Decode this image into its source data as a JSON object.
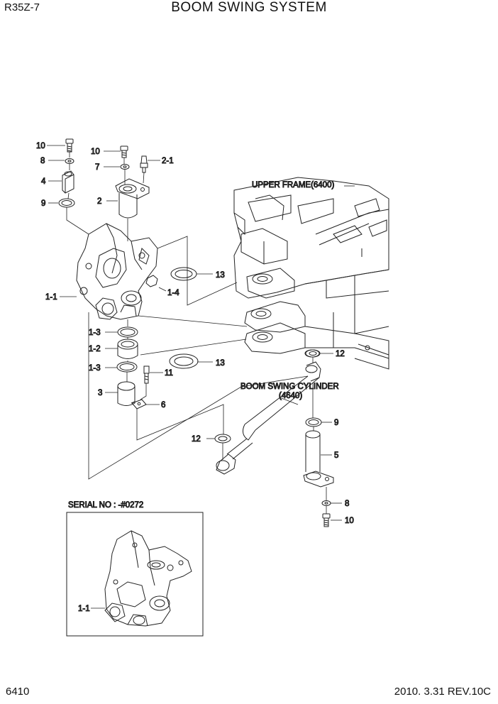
{
  "header": {
    "model": "R35Z-7",
    "title": "BOOM SWING SYSTEM"
  },
  "footer": {
    "page_number": "6410",
    "revision": "2010. 3.31  REV.10C"
  },
  "captions": {
    "upper_frame": "UPPER FRAME(6400)",
    "boom_swing_cylinder_line1": "BOOM SWING CYLINDER",
    "boom_swing_cylinder_line2": "(4640)",
    "serial_no": "SERIAL NO : -#0272"
  },
  "callouts": {
    "c10a": "10",
    "c8a": "8",
    "c4": "4",
    "c9a": "9",
    "c10b": "10",
    "c7": "7",
    "c21": "2-1",
    "c2": "2",
    "c11": "1-1",
    "c14": "1-4",
    "c13a": "13",
    "c13b": "13",
    "c13c": "1-3",
    "c12b": "1-2",
    "c13d": "1-3",
    "c11b": "11",
    "c3": "3",
    "c6": "6",
    "c12a": "12",
    "c12c": "12",
    "c9b": "9",
    "c5": "5",
    "c8b": "8",
    "c10c": "10",
    "c11inset": "1-1"
  }
}
